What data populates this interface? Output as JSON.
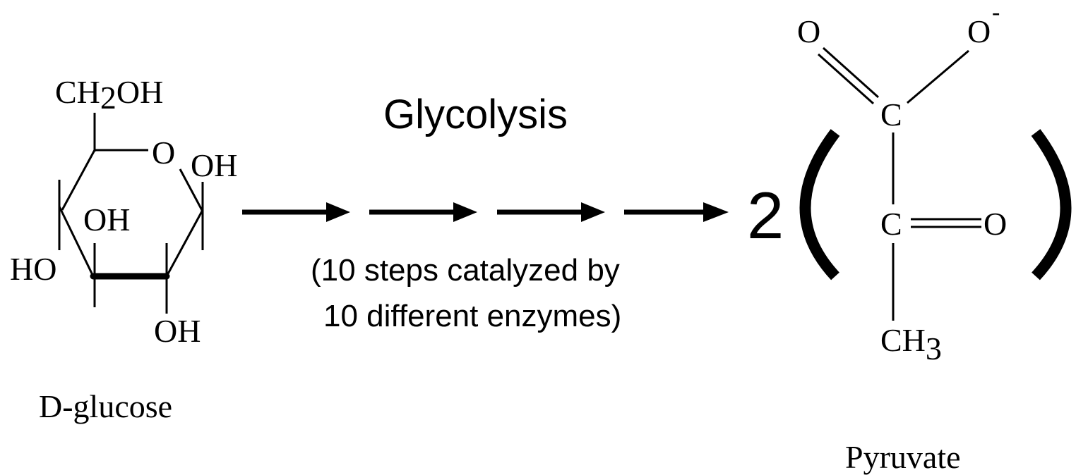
{
  "glucose": {
    "ch2oh": {
      "main": "CH",
      "sub": "2",
      "tail": "OH"
    },
    "ring_oxygen": "O",
    "c1_oh": "OH",
    "c2_oh": "OH",
    "c3_ho": "HO",
    "c4_oh": "OH",
    "name": "D-glucose"
  },
  "process": {
    "title": "Glycolysis",
    "note_line1": "(10 steps catalyzed by",
    "note_line2": "10 different enzymes)"
  },
  "product": {
    "coefficient": "2",
    "paren_open": "(",
    "paren_close": ")",
    "carbonyl_o": "O",
    "carboxylate_o": "O",
    "charge": "-",
    "carboxyl_c": "C",
    "keto_c": "C",
    "keto_o": "O",
    "methyl": {
      "main": "CH",
      "sub": "3"
    },
    "name": "Pyruvate"
  }
}
